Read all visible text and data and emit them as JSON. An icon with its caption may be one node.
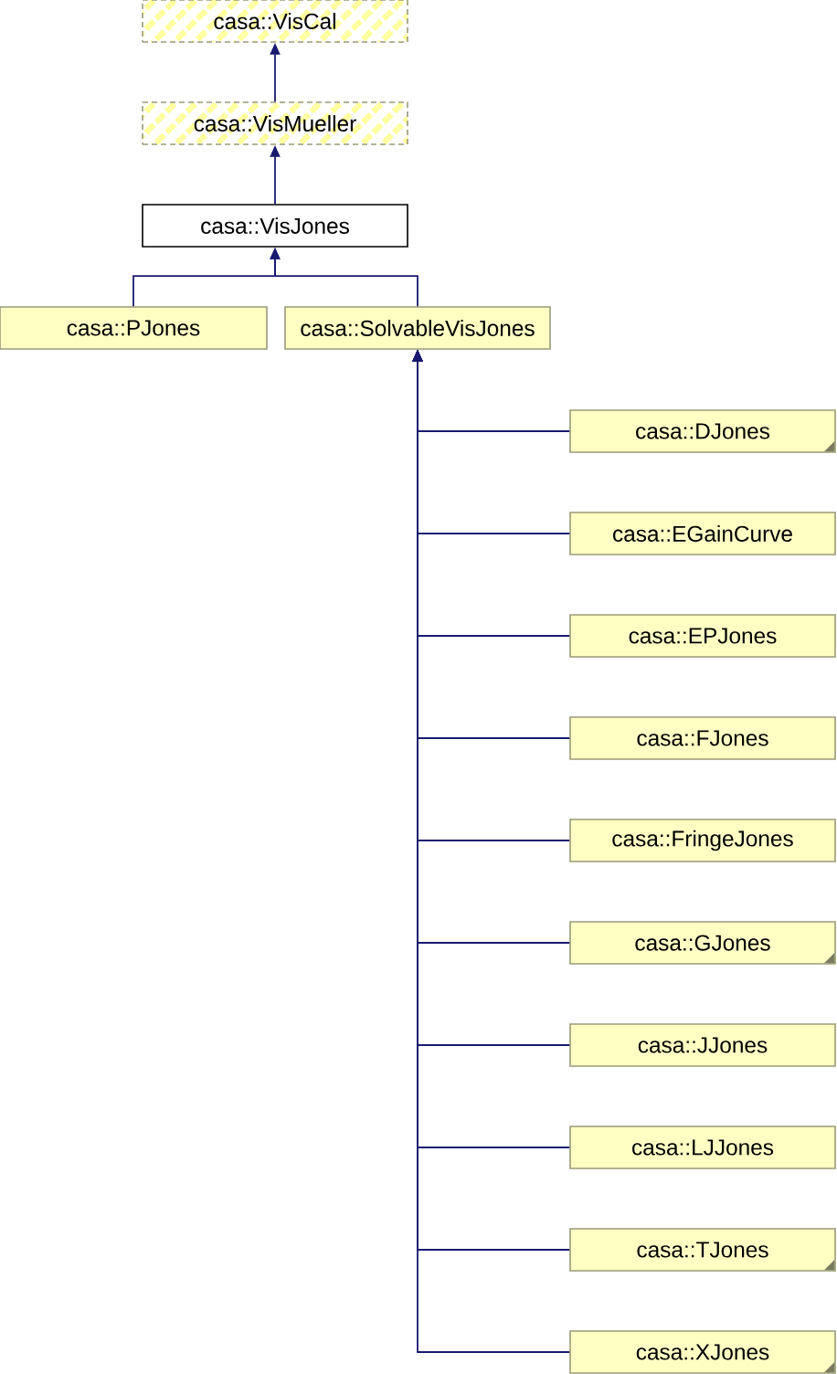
{
  "diagram": {
    "nodes": [
      {
        "text": [
          "casa::VisCal"
        ]
      },
      {
        "text": [
          "casa::VisMueller"
        ]
      },
      {
        "text": [
          "casa::VisJones"
        ]
      },
      {
        "text": [
          "casa::PJones"
        ]
      },
      {
        "text": [
          "casa::SolvableVisJones"
        ]
      },
      {
        "text": [
          "casa::DJones"
        ]
      },
      {
        "text": [
          "casa::EGainCurve"
        ]
      },
      {
        "text": [
          "casa::EPJones"
        ]
      },
      {
        "text": [
          "casa::FJones"
        ]
      },
      {
        "text": [
          "casa::FringeJones"
        ]
      },
      {
        "text": [
          "casa::GJones"
        ]
      },
      {
        "text": [
          "casa::JJones"
        ]
      },
      {
        "text": [
          "casa::LJJones"
        ]
      },
      {
        "text": [
          "casa::TJones"
        ]
      },
      {
        "text": [
          "casa::XJones"
        ]
      }
    ],
    "edges": [
      {
        "from": 1,
        "to": 0,
        "arrow": "to"
      },
      {
        "from": 2,
        "to": 1,
        "arrow": "to"
      },
      {
        "from": 3,
        "to": 2,
        "arrow": "to"
      },
      {
        "from": 4,
        "to": 2,
        "arrow": "to"
      },
      {
        "from": 5,
        "to": 4,
        "arrow": "to"
      },
      {
        "from": 6,
        "to": 4,
        "arrow": "to"
      },
      {
        "from": 7,
        "to": 4,
        "arrow": "to"
      },
      {
        "from": 8,
        "to": 4,
        "arrow": "to"
      },
      {
        "from": 9,
        "to": 4,
        "arrow": "to"
      },
      {
        "from": 10,
        "to": 4,
        "arrow": "to"
      },
      {
        "from": 11,
        "to": 4,
        "arrow": "to"
      },
      {
        "from": 12,
        "to": 4,
        "arrow": "to"
      },
      {
        "from": 13,
        "to": 4,
        "arrow": "to"
      },
      {
        "from": 14,
        "to": 4,
        "arrow": "to"
      }
    ]
  }
}
